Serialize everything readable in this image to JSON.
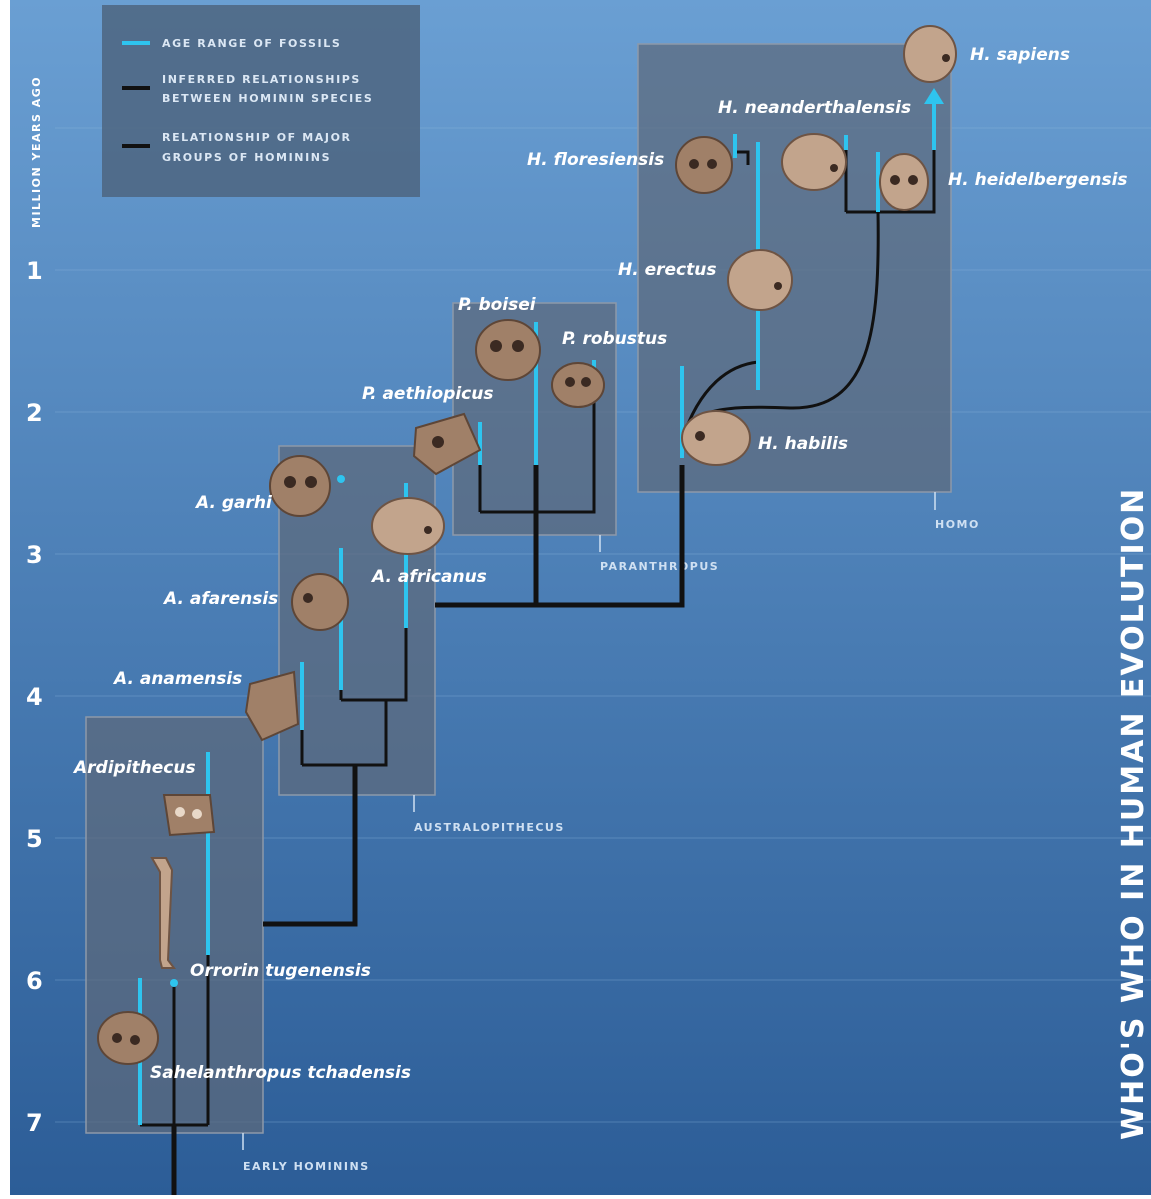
{
  "title": "WHO'S WHO IN HUMAN EVOLUTION",
  "axis": {
    "label": "MILLION YEARS AGO",
    "ticks": [
      "1",
      "2",
      "3",
      "4",
      "5",
      "6",
      "7"
    ]
  },
  "legend": {
    "items": [
      {
        "line1": "AGE RANGE OF FOSSILS",
        "line2": "",
        "color": "#2ec4ef"
      },
      {
        "line1": "INFERRED RELATIONSHIPS",
        "line2": "BETWEEN HOMININ SPECIES",
        "color": "#111111"
      },
      {
        "line1": "RELATIONSHIP OF MAJOR",
        "line2": "GROUPS OF HOMININS",
        "color": "#111111"
      }
    ]
  },
  "groups": {
    "early": "EARLY HOMININS",
    "australopithecus": "AUSTRALOPITHECUS",
    "paranthropus": "PARANTHROPUS",
    "homo": "HOMO"
  },
  "species": {
    "sahelanthropus": "Sahelanthropus tchadensis",
    "orrorin": "Orrorin tugenensis",
    "ardipithecus": "Ardipithecus",
    "anamensis": "A. anamensis",
    "afarensis": "A. afarensis",
    "africanus": "A. africanus",
    "garhi": "A. garhi",
    "aethiopicus": "P. aethiopicus",
    "boisei": "P. boisei",
    "robustus": "P. robustus",
    "habilis": "H. habilis",
    "erectus": "H. erectus",
    "floresiensis": "H. floresiensis",
    "neanderthalensis": "H. neanderthalensis",
    "heidelbergensis": "H. heidelbergensis",
    "sapiens": "H. sapiens"
  },
  "colors": {
    "background_top": "#6a9fd3",
    "background_bottom": "#2c5d97",
    "fossil_range": "#2ec4ef",
    "relationship": "#111111",
    "group_box": "#5d6a7c"
  }
}
